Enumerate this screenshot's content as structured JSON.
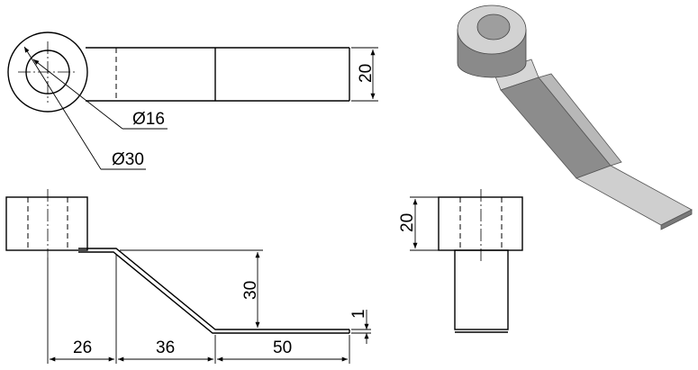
{
  "dimensions": {
    "d_inner": "Ø16",
    "d_outer": "Ø30",
    "height_top": "20",
    "height_side": "20",
    "drop": "30",
    "thickness": "1",
    "len_1": "26",
    "len_2": "36",
    "len_3": "50"
  },
  "colors": {
    "line": "#000000",
    "shade_dark": "#6e6e6e",
    "shade_mid": "#9a9a9a",
    "shade_light": "#cfcfcf"
  }
}
